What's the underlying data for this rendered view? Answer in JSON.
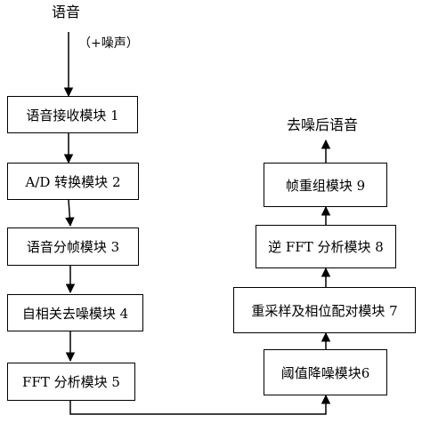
{
  "diagram": {
    "input_label": "语音",
    "noise_label": "（+噪声）",
    "output_label": "去噪后语音",
    "left_modules": [
      "语音接收模块 1",
      "A/D 转换模块 2",
      "语音分帧模块 3",
      "自相关去噪模块 4",
      "FFT 分析模块 5"
    ],
    "right_modules": [
      "阈值降噪模块6",
      "重采样及相位配对模块 7",
      "逆 FFT 分析模块 8",
      "帧重组模块 9"
    ],
    "colors": {
      "line": "#000000",
      "background": "#ffffff"
    }
  }
}
